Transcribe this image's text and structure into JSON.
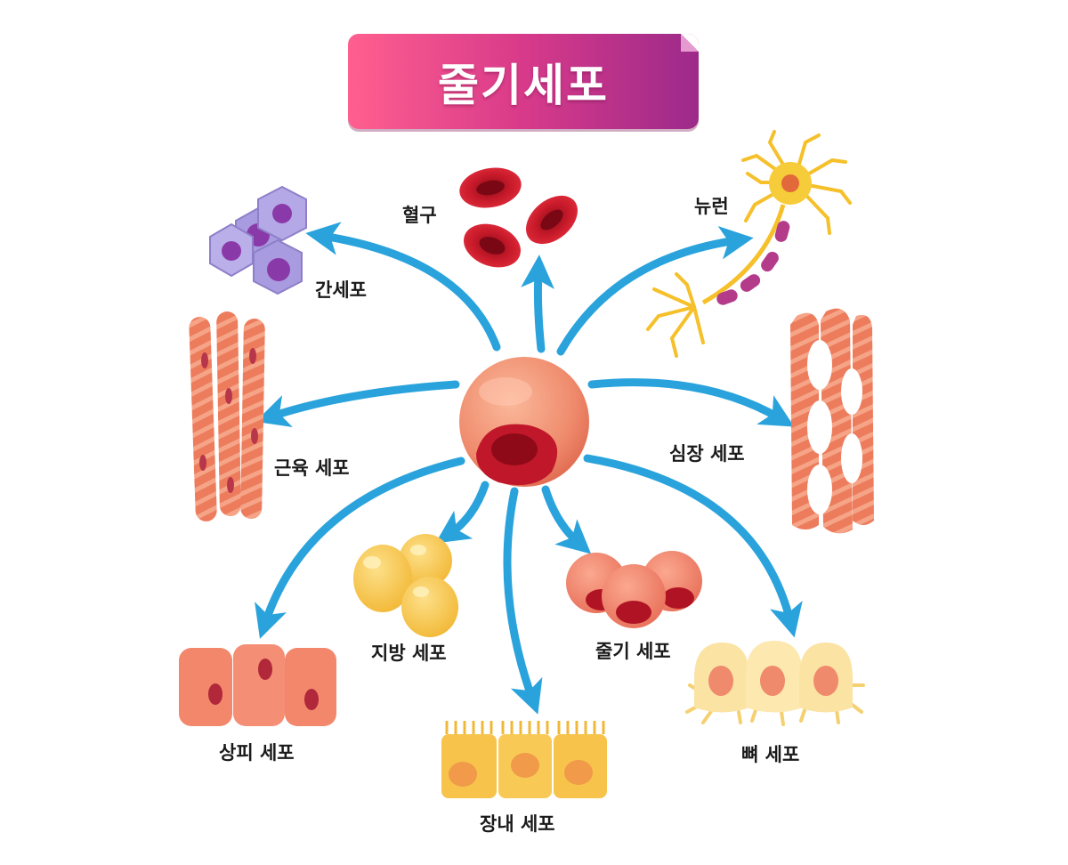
{
  "title": "줄기세포",
  "center": {
    "name": "stem-cell-center"
  },
  "labels": {
    "blood": "혈구",
    "neuron": "뉴런",
    "liver": "간세포",
    "muscle": "근육 세포",
    "heart": "심장 세포",
    "fat": "지방 세포",
    "stem": "줄기 세포",
    "epithelial": "상피 세포",
    "intestinal": "장내 세포",
    "bone": "뼈 세포"
  },
  "colors": {
    "arrow": "#2aa3dc",
    "banner_start": "#ff5f8f",
    "banner_end": "#9c2a8a",
    "stem_body": "#f08a6c",
    "red_blood": "#c41a2a",
    "liver": "#a898d8",
    "muscle": "#ea7a5a",
    "fat": "#f7c64a",
    "bone": "#fbe3a0",
    "neuron": "#f5c02a"
  }
}
